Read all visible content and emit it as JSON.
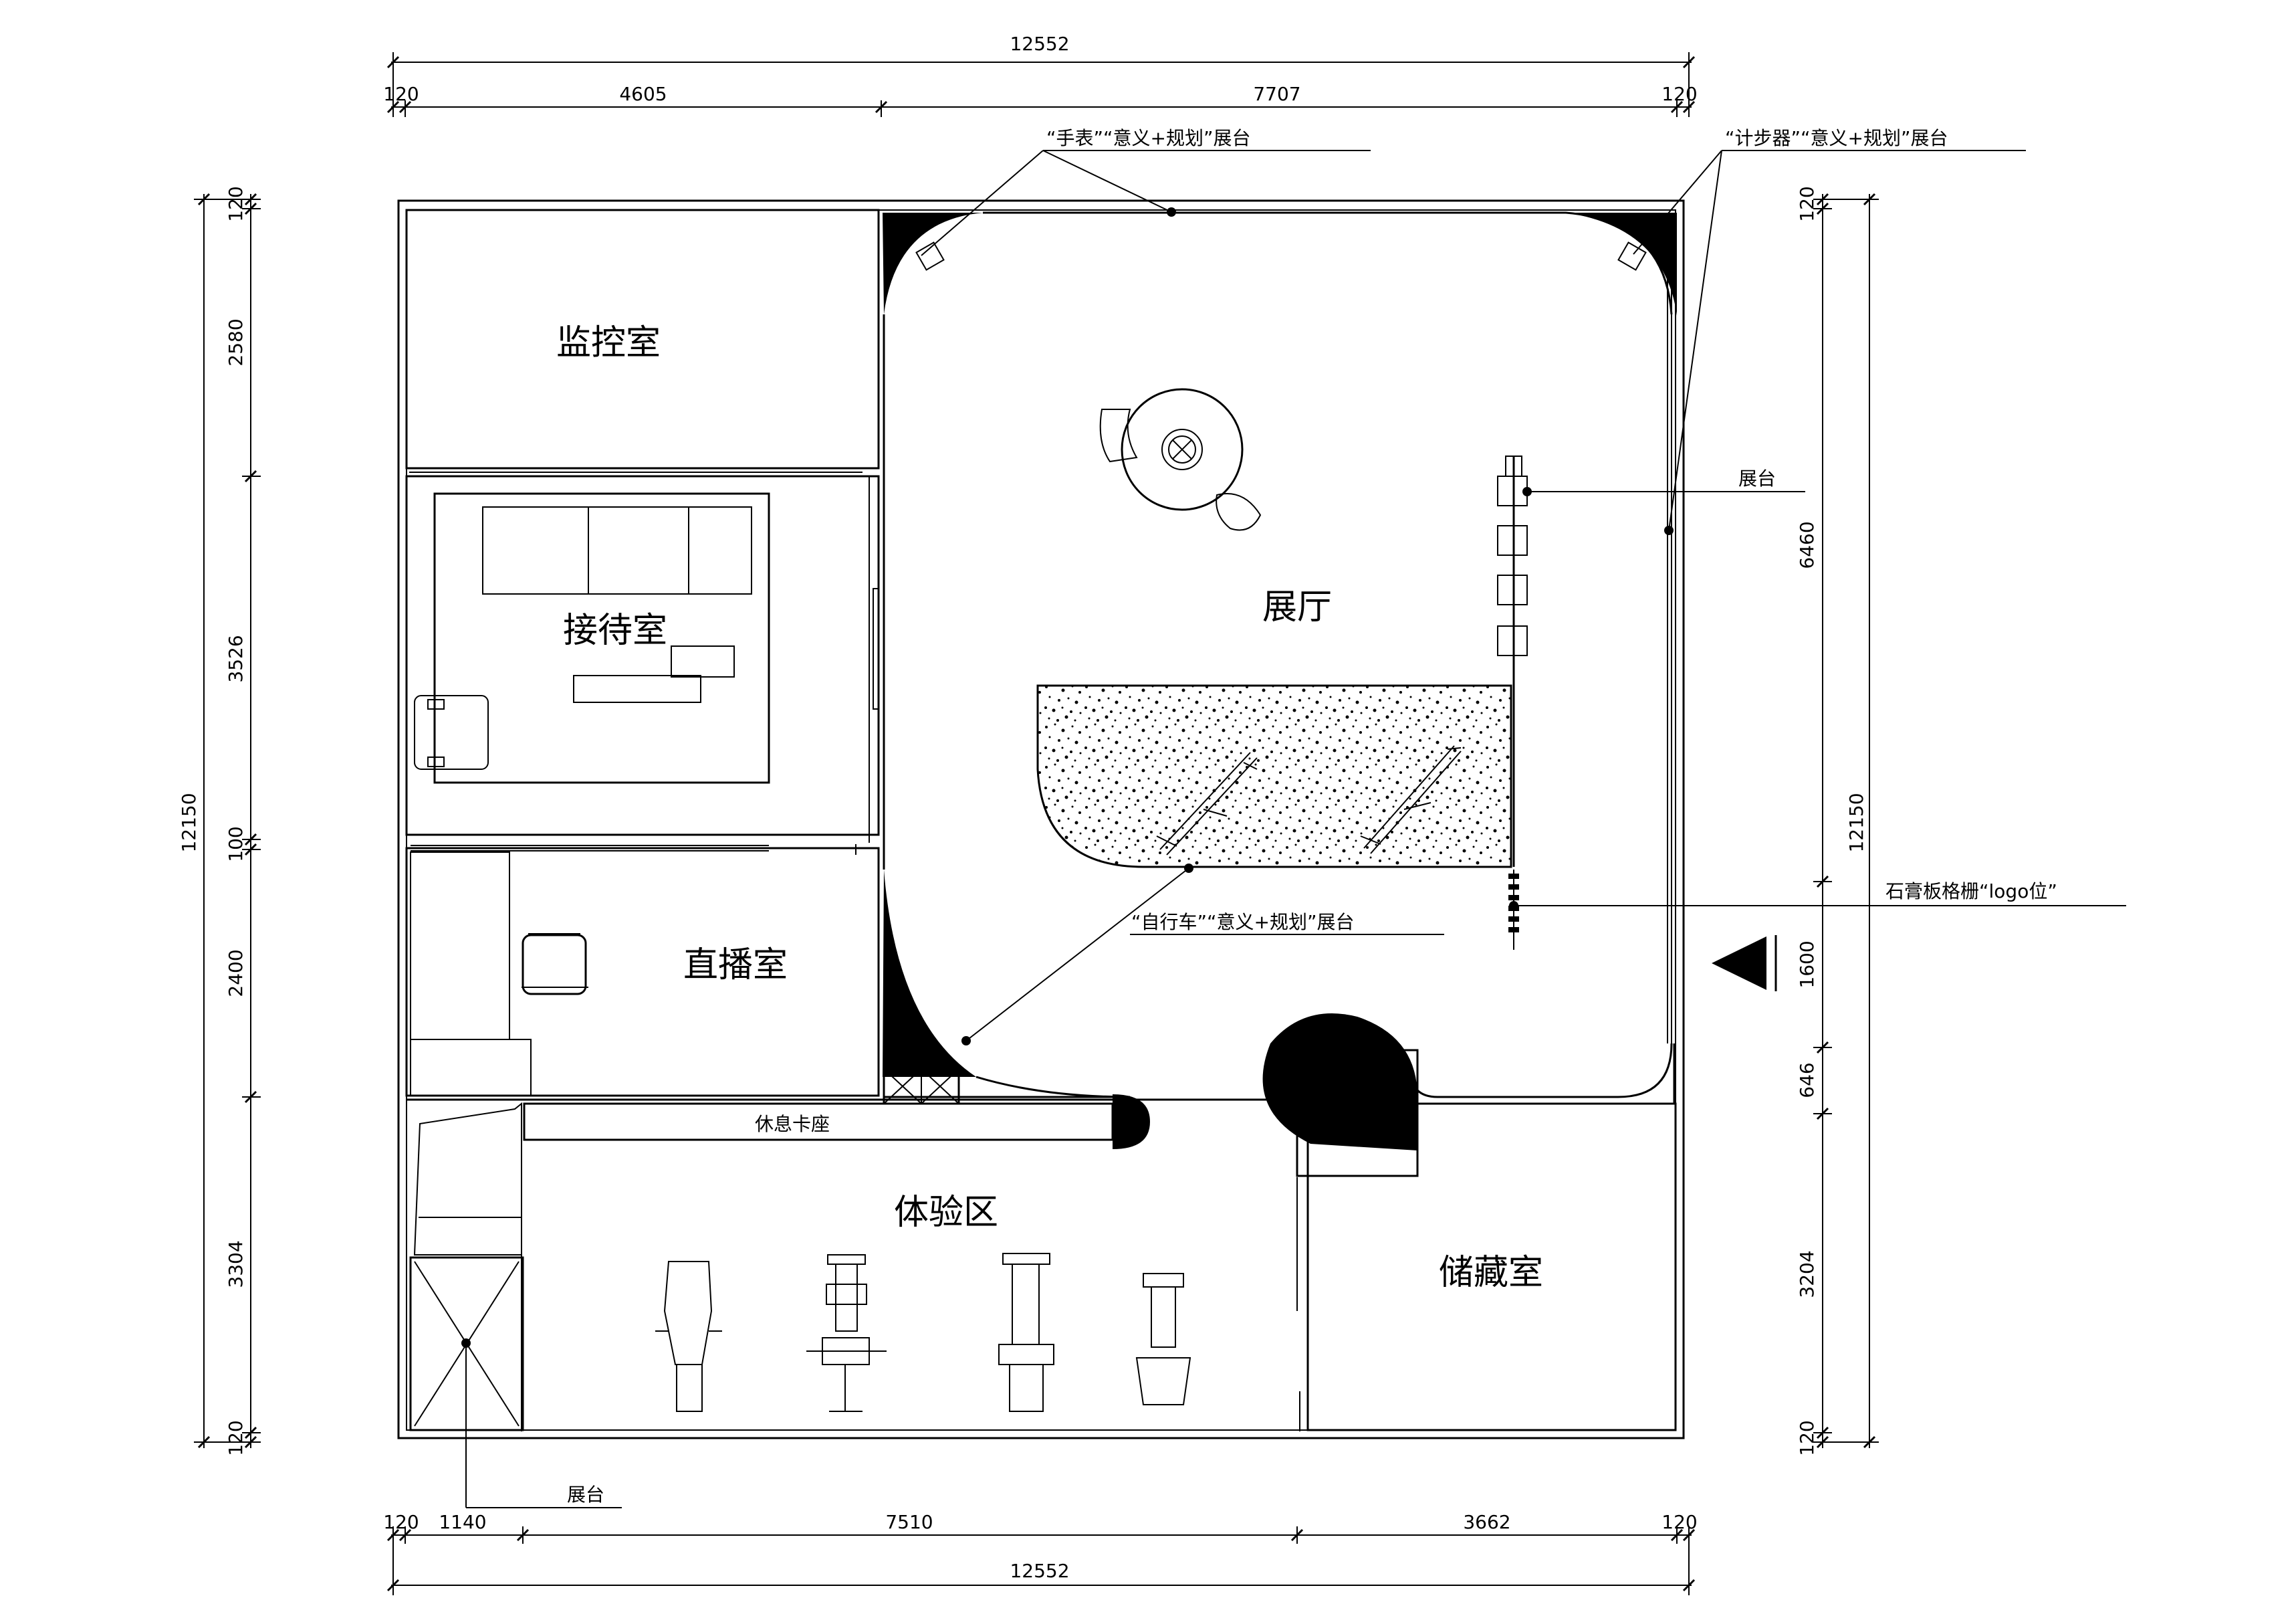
{
  "dimensions": {
    "top_total": "12552",
    "top_segments": [
      "120",
      "4605",
      "7707",
      "120"
    ],
    "bottom_total": "12552",
    "bottom_segments": [
      "120",
      "1140",
      "7510",
      "3662",
      "120"
    ],
    "left_total": "12150",
    "left_segments": [
      "120",
      "2580",
      "3526",
      "100",
      "2400",
      "3304",
      "120"
    ],
    "right_total": "12150",
    "right_segments": [
      "120",
      "6460",
      "1600",
      "646",
      "3204",
      "120"
    ]
  },
  "rooms": {
    "monitor": "监控室",
    "reception": "接待室",
    "live": "直播室",
    "hall": "展厅",
    "experience": "体验区",
    "storage": "储藏室",
    "rest_seat": "休息卡座"
  },
  "callouts": {
    "watch": "“手表”“意义+规划”展台",
    "pedometer": "“计步器”“意义+规划”展台",
    "stand_right": "展台",
    "logo_grille": "石膏板格栅“logo位”",
    "bicycle": "“自行车”“意义+规划”展台",
    "stand_bottom": "展台"
  }
}
